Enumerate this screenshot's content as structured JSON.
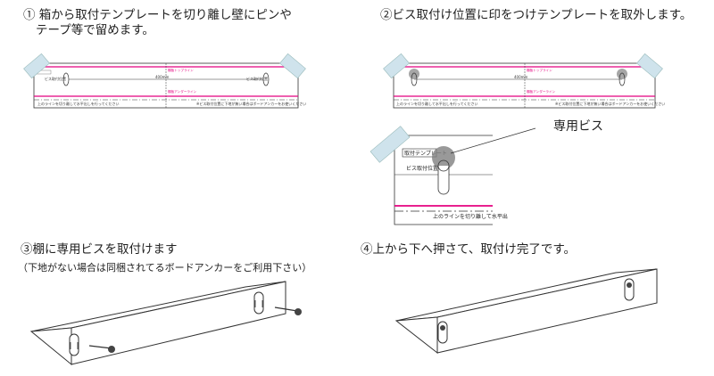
{
  "steps": {
    "s1": {
      "line1": "① 箱から取付テンプレートを切り離し壁にピンや",
      "line2": "テープ等で留めます。"
    },
    "s2": {
      "line1": "②ビス取付け位置に印をつけテンプレートを取外します。"
    },
    "s3": {
      "line1": "③棚に専用ビスを取付けます",
      "note": "（下地がない場合は同梱されてるボードアンカーをご利用下さい）"
    },
    "s4": {
      "line1": "④上から下へ押さて、取付け完了です。"
    }
  },
  "callout": {
    "screw": "専用ビス"
  },
  "template": {
    "top_line": "棚板トップライン",
    "under_line": "棚板アンダーライン",
    "width": "400mm",
    "screw_pos": "ビス取付位置",
    "cut_text": "上のラインを切り離して水平出",
    "footer_left": "上のラインを切り離して水平出しを行ってください",
    "footer_right": "※ビス取付位置に下地が無い場合はボードアンカーをお使いください",
    "zoom_title": "取付テンプレート",
    "zoom_screw": "ビス取付位置"
  },
  "colors": {
    "magenta": "#e4007f",
    "tape": "#cfe3ec",
    "line": "#333333"
  }
}
